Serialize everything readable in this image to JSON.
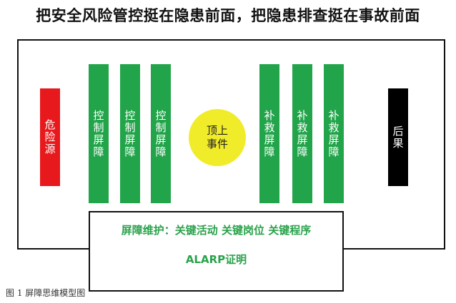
{
  "title": "把安全风险管控挺在隐患前面，把隐患排查挺在事故前面",
  "hazard": "危险源",
  "control_barriers": [
    "控制屏障",
    "控制屏障",
    "控制屏障"
  ],
  "top_event": "顶上事件",
  "recovery_barriers": [
    "补救屏障",
    "补救屏障",
    "补救屏障"
  ],
  "consequence": "后果",
  "maintenance": {
    "line1": "屏障维护：关键活动 关键岗位 关键程序",
    "line2": "ALARP证明"
  },
  "caption": "图 1  屏障思维模型图",
  "colors": {
    "green": "#22a54a",
    "red": "#e8191c",
    "yellow": "#f1ec2a",
    "black": "#000000"
  }
}
